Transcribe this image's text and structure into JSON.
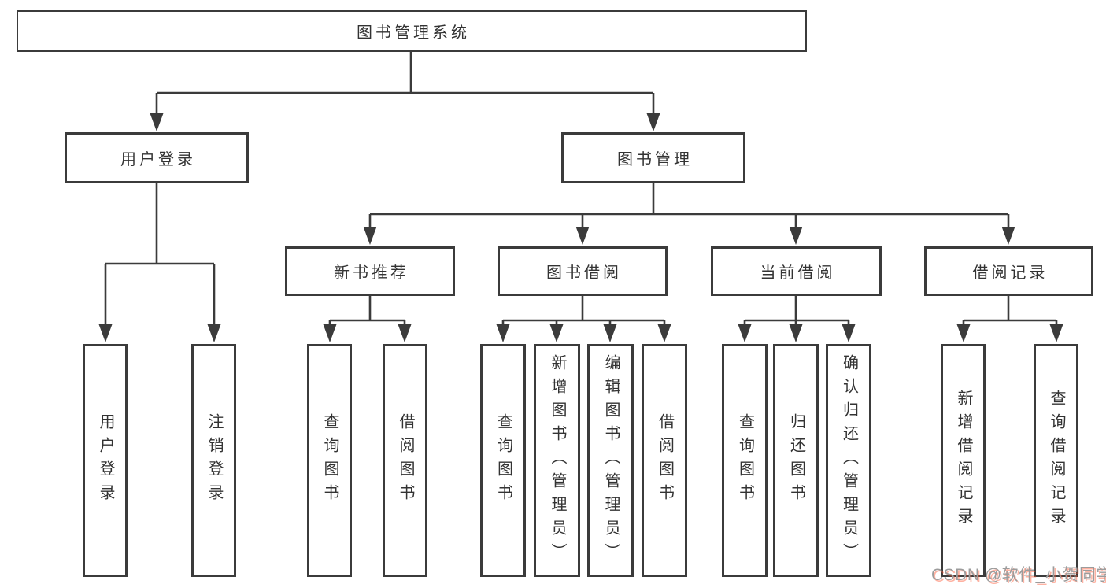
{
  "diagram": {
    "type": "hierarchy-functional-structure",
    "title": "图书管理系统",
    "watermark": "CSDN @软件_小贺同学",
    "colors": {
      "line": "#3b3b3b",
      "text": "#333333",
      "box_bg": "#ffffff",
      "page_bg": "#ffffff",
      "watermark_gray": "#9c9c9c",
      "watermark_red": "#fc5531"
    },
    "tree": {
      "label": "图书管理系统",
      "children": [
        {
          "label": "用户登录",
          "children": [
            {
              "label": "用户登录"
            },
            {
              "label": "注销登录"
            }
          ]
        },
        {
          "label": "图书管理",
          "children": [
            {
              "label": "新书推荐",
              "children": [
                {
                  "label": "查询图书"
                },
                {
                  "label": "借阅图书"
                }
              ]
            },
            {
              "label": "图书借阅",
              "children": [
                {
                  "label": "查询图书"
                },
                {
                  "label": "新增图书（管理员）"
                },
                {
                  "label": "编辑图书（管理员）"
                },
                {
                  "label": "借阅图书"
                }
              ]
            },
            {
              "label": "当前借阅",
              "children": [
                {
                  "label": "查询图书"
                },
                {
                  "label": "归还图书"
                },
                {
                  "label": "确认归还（管理员）"
                }
              ]
            },
            {
              "label": "借阅记录",
              "children": [
                {
                  "label": "新增借阅记录"
                },
                {
                  "label": "查询借阅记录"
                }
              ]
            }
          ]
        }
      ]
    }
  }
}
